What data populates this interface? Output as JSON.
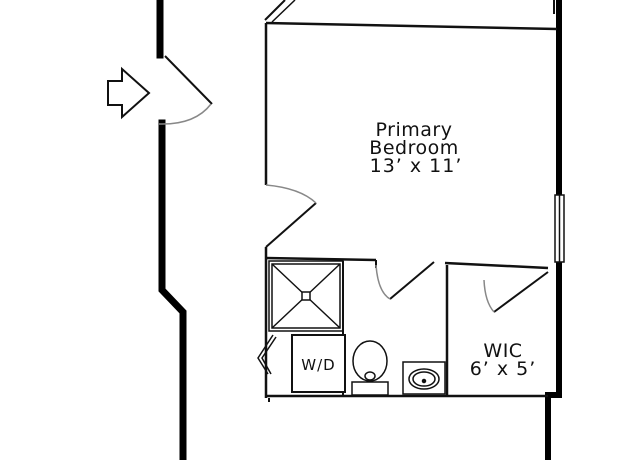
{
  "rooms": {
    "primary_bedroom": {
      "name_line1": "Primary",
      "name_line2": "Bedroom",
      "size": "13’ x 11’"
    },
    "wic": {
      "name": "WIC",
      "size": "6’ x 5’"
    }
  },
  "fixtures": {
    "washer_dryer": "W/D"
  },
  "colors": {
    "wall": "#000000",
    "line": "#111111",
    "background": "#ffffff",
    "door_arc": "#888888"
  }
}
